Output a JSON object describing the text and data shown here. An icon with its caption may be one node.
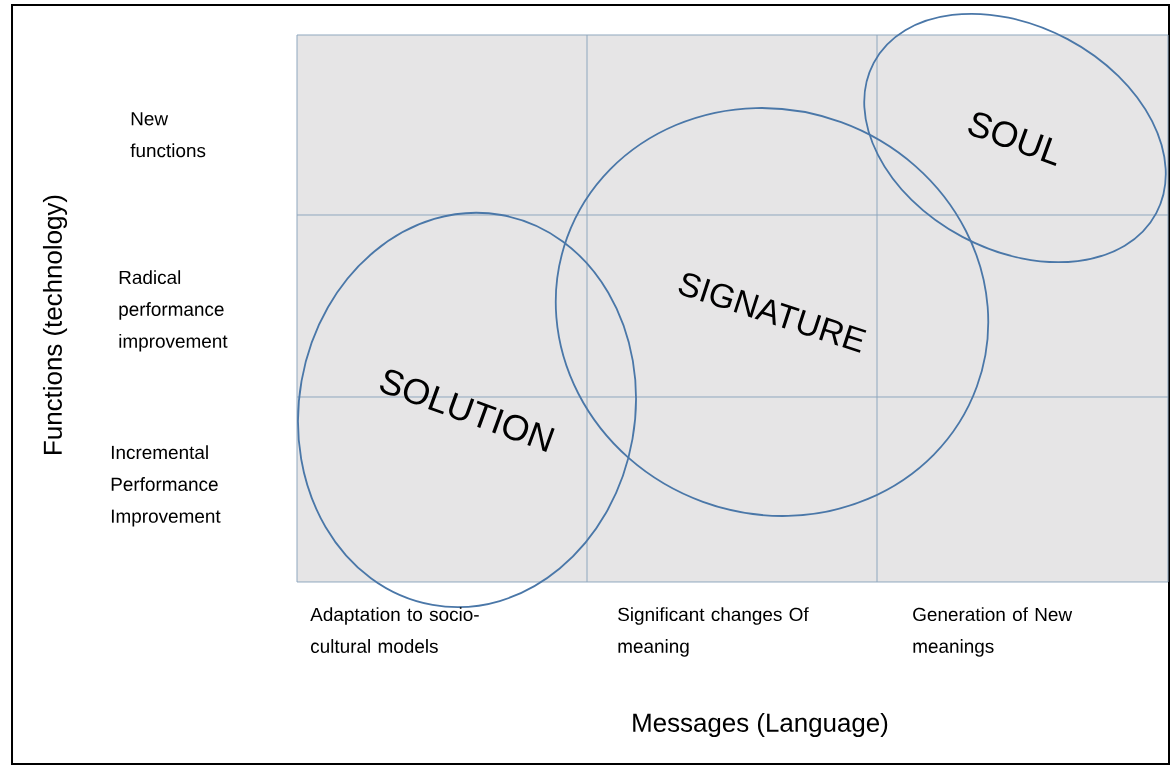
{
  "diagram": {
    "nodes": [
      {
        "text": [
          "SOUL"
        ]
      },
      {
        "text": [
          "SIGNATURE"
        ]
      },
      {
        "text": [
          "SOLUTION"
        ]
      }
    ],
    "labels": [
      "New functions",
      "Radical performance improvement",
      "Incremental Performance Improvement",
      "Functions (technology)",
      "Adaptation to socio-cultural models",
      "Significant changes Of meaning",
      "Generation of New meanings",
      "Messages (Language)"
    ]
  }
}
